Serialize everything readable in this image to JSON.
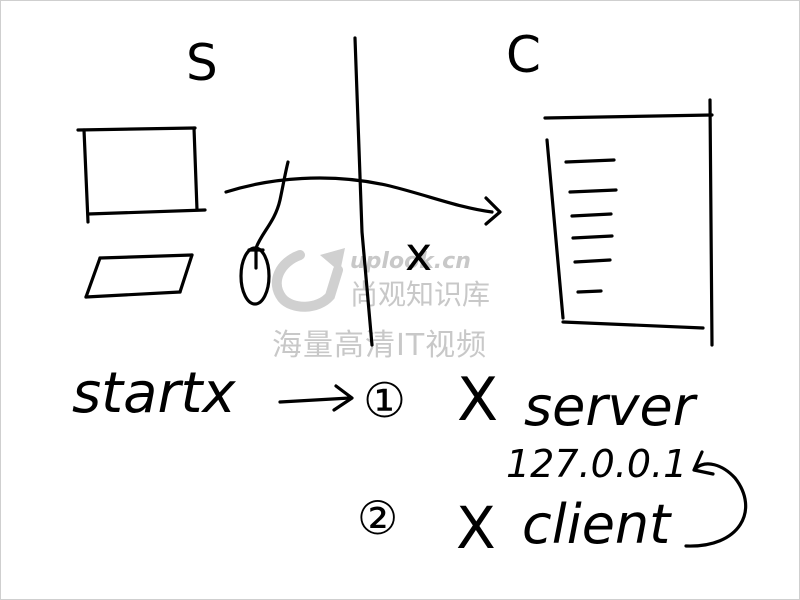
{
  "labels": {
    "server_side": "S",
    "client_side": "C",
    "x_mark": "x",
    "command": "startx",
    "arrow": "→",
    "step1_number": "①",
    "step1_x": "X",
    "step1_text": "server",
    "loopback": "127.0.0.1",
    "step2_number": "②",
    "step2_x": "X",
    "step2_text": "client"
  },
  "watermark": {
    "domain": "uplook.cn",
    "line1": "尚观知识库",
    "line2": "海量高清IT视频",
    "color": "#c8c8c8"
  },
  "colors": {
    "ink": "#000000",
    "background": "#ffffff"
  }
}
